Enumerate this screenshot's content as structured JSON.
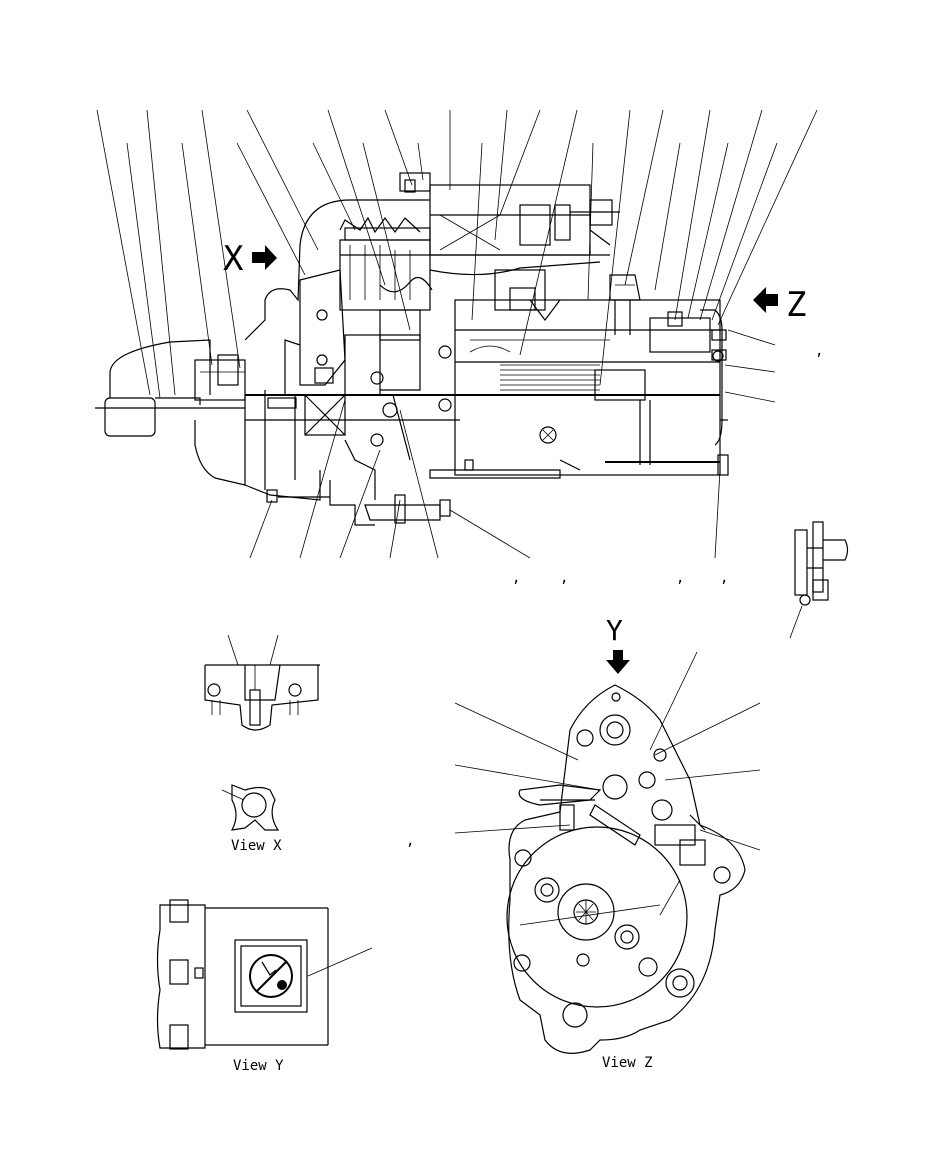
{
  "views": {
    "x_letter": "X",
    "z_letter": "Z",
    "y_letter": "Y",
    "view_x": "View X",
    "view_y": "View Y",
    "view_z": "View Z"
  },
  "commas": [
    ",",
    ",",
    ",",
    ",",
    ",",
    ","
  ]
}
